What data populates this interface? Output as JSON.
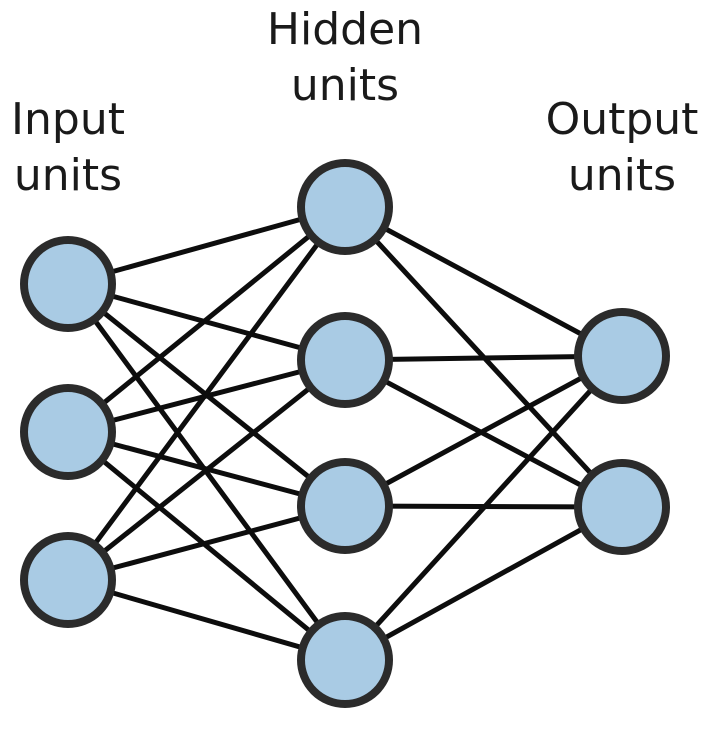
{
  "labels": {
    "input": {
      "line1": "Input",
      "line2": "units"
    },
    "hidden": {
      "line1": "Hidden",
      "line2": "units"
    },
    "output": {
      "line1": "Output",
      "line2": "units"
    }
  },
  "network": {
    "layers": [
      {
        "name": "input",
        "unit_count": 3
      },
      {
        "name": "hidden",
        "unit_count": 4
      },
      {
        "name": "output",
        "unit_count": 2
      }
    ],
    "connectivity": "fully-connected"
  },
  "colors": {
    "unit_fill": "#a9cbe4",
    "unit_stroke": "#2b2b2b",
    "edge": "#0d0d0d",
    "text": "#1a1a1a",
    "background": "#ffffff"
  }
}
